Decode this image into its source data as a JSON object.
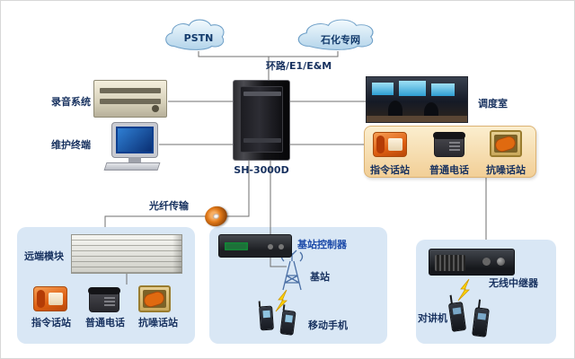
{
  "clouds": [
    {
      "label": "PSTN"
    },
    {
      "label": "石化专网"
    }
  ],
  "trunk_label": "环路/E1/E&M",
  "cabinet": {
    "label": "SH-3000D"
  },
  "recording": {
    "label": "录音系统"
  },
  "terminal": {
    "label": "维护终端"
  },
  "dispatch_room": {
    "label": "调度室"
  },
  "fiber": {
    "label": "光纤传输"
  },
  "station_panel": {
    "items": [
      {
        "label": "指令话站"
      },
      {
        "label": "普通电话"
      },
      {
        "label": "抗噪话站"
      }
    ]
  },
  "remote_zone": {
    "title": "远端模块",
    "items": [
      {
        "label": "指令话站"
      },
      {
        "label": "普通电话"
      },
      {
        "label": "抗噪话站"
      }
    ]
  },
  "bts_zone": {
    "controller_label": "基站控制器",
    "station_label": "基站",
    "mobile_label": "移动手机"
  },
  "repeater_zone": {
    "repeater_label": "无线中继器",
    "walkie_label": "对讲机"
  },
  "colors": {
    "label_text": "#17315f",
    "zone_bg": "#d9e7f5",
    "panel_bg": "#f2cf97",
    "cloud_fill": "#cfe6f6",
    "accent_orange": "#e06a10",
    "lightning": "#ffd400"
  }
}
